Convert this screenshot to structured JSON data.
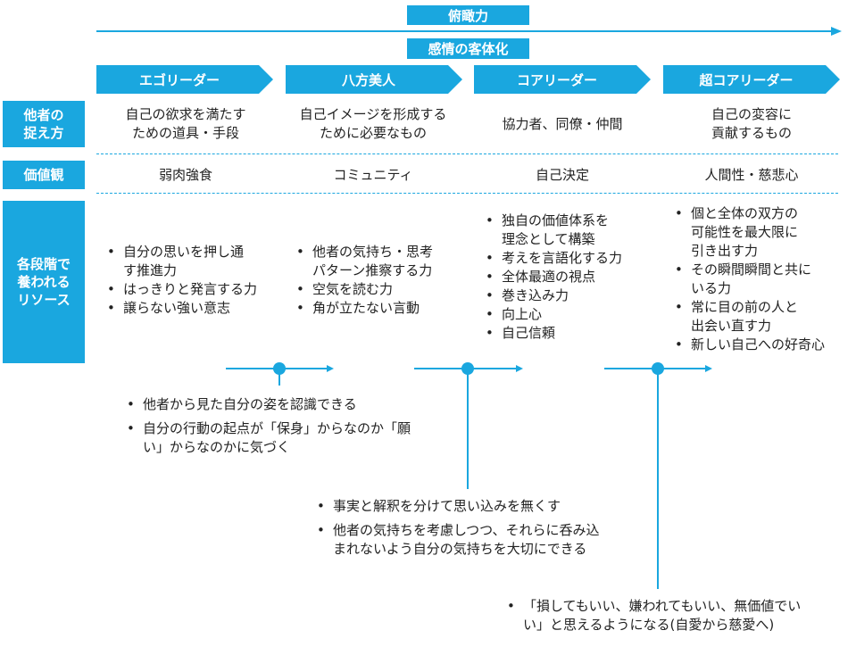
{
  "top_label": "俯瞰力",
  "sub_label": "感情の客体化",
  "stages": [
    {
      "label": "エゴリーダー"
    },
    {
      "label": "八方美人"
    },
    {
      "label": "コアリーダー"
    },
    {
      "label": "超コアリーダー"
    }
  ],
  "rows": {
    "perception": {
      "label": "他者の\n捉え方",
      "cells": [
        "自己の欲求を満たす\nための道具・手段",
        "自己イメージを形成する\nために必要なもの",
        "協力者、同僚・仲間",
        "自己の変容に\n貢献するもの"
      ]
    },
    "values": {
      "label": "価値観",
      "cells": [
        "弱肉強食",
        "コミュニティ",
        "自己決定",
        "人間性・慈悲心"
      ]
    },
    "resources": {
      "label": "各段階で\n養われる\nリソース",
      "cells": [
        [
          "自分の思いを押し通\nす推進力",
          "はっきりと発言する力",
          "譲らない強い意志"
        ],
        [
          "他者の気持ち・思考\nパターン推察する力",
          "空気を読む力",
          "角が立たない言動"
        ],
        [
          "独自の価値体系を\n理念として構築",
          "考えを言語化する力",
          "全体最適の視点",
          "巻き込み力",
          "向上心",
          "自己信頼"
        ],
        [
          "個と全体の双方の\n可能性を最大限に\n引き出す力",
          "その瞬間瞬間と共に\nいる力",
          "常に目の前の人と\n出会い直す力",
          "新しい自己への好奇心"
        ]
      ]
    }
  },
  "transitions": [
    [
      "他者から見た自分の姿を認識できる",
      "自分の行動の起点が「保身」からなのか「願\nい」からなのかに気づく"
    ],
    [
      "事実と解釈を分けて思い込みを無くす",
      "他者の気持ちを考慮しつつ、それらに呑み込\nまれないよう自分の気持ちを大切にできる"
    ],
    [
      "「損してもいい、嫌われてもいい、無価値でい\nい」と思えるようになる(自愛から慈愛へ)"
    ]
  ],
  "colors": {
    "accent": "#1aa7df",
    "text": "#222222"
  }
}
